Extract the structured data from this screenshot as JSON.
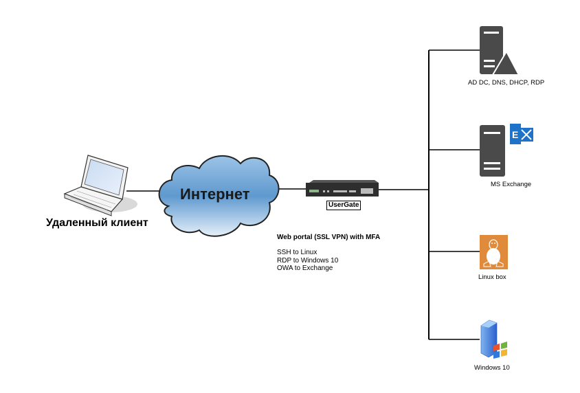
{
  "diagram": {
    "client": {
      "label": "Удаленный клиент",
      "icon": "laptop-icon"
    },
    "internet": {
      "label": "Интернет",
      "icon": "cloud-icon"
    },
    "gateway": {
      "label": "UserGate",
      "icon": "firewall-appliance-icon"
    },
    "portal": {
      "title": "Web portal (SSL VPN) with MFA",
      "items": [
        "SSH to Linux",
        "RDP to Windows 10",
        "OWA to Exchange"
      ]
    },
    "servers": [
      {
        "label": "AD DC, DNS, DHCP, RDP",
        "icon": "server-ad-icon"
      },
      {
        "label": "MS Exchange",
        "icon": "server-exchange-icon"
      },
      {
        "label": "Linux box",
        "icon": "linux-tux-icon"
      },
      {
        "label": "Windows 10",
        "icon": "windows-server-icon"
      }
    ],
    "colors": {
      "server": "#4a4a4a",
      "exchange": "#1e73c8",
      "linux": "#e08a3c",
      "cloud": "#6ea6d6",
      "line": "#000000"
    }
  }
}
